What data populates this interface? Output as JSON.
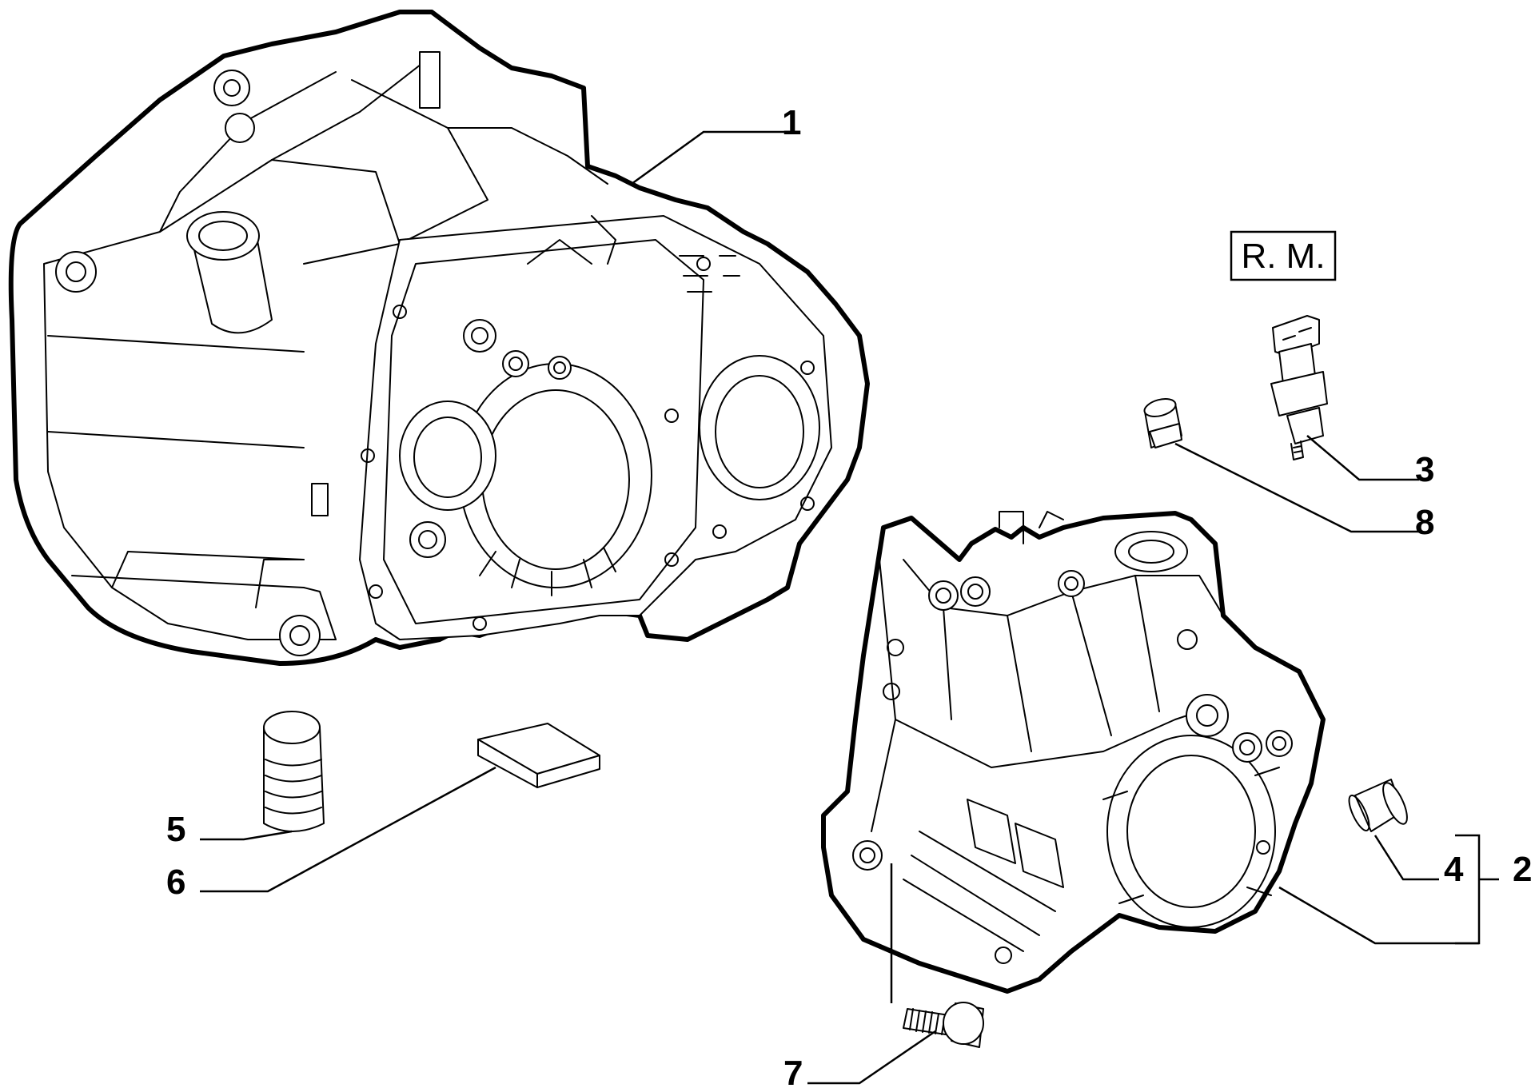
{
  "diagram": {
    "tag": {
      "text": "R. M."
    },
    "callouts": [
      {
        "id": "1",
        "label": "1"
      },
      {
        "id": "2",
        "label": "2"
      },
      {
        "id": "3",
        "label": "3"
      },
      {
        "id": "4",
        "label": "4"
      },
      {
        "id": "5",
        "label": "5"
      },
      {
        "id": "6",
        "label": "6"
      },
      {
        "id": "7",
        "label": "7"
      },
      {
        "id": "8",
        "label": "8"
      }
    ],
    "colors": {
      "line": "#000000",
      "background": "#ffffff"
    }
  }
}
